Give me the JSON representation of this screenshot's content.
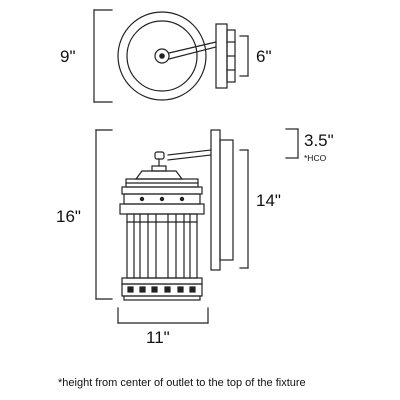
{
  "top_view": {
    "height_label": "9\"",
    "width_label": "6\""
  },
  "side_view": {
    "overall_height_label": "16\"",
    "mount_height_label": "14\"",
    "hco_value_label": "3.5\"",
    "hco_note_label": "*HCO",
    "width_label": "11\""
  },
  "footnote": "*height from center of outlet to the top of the fixture"
}
